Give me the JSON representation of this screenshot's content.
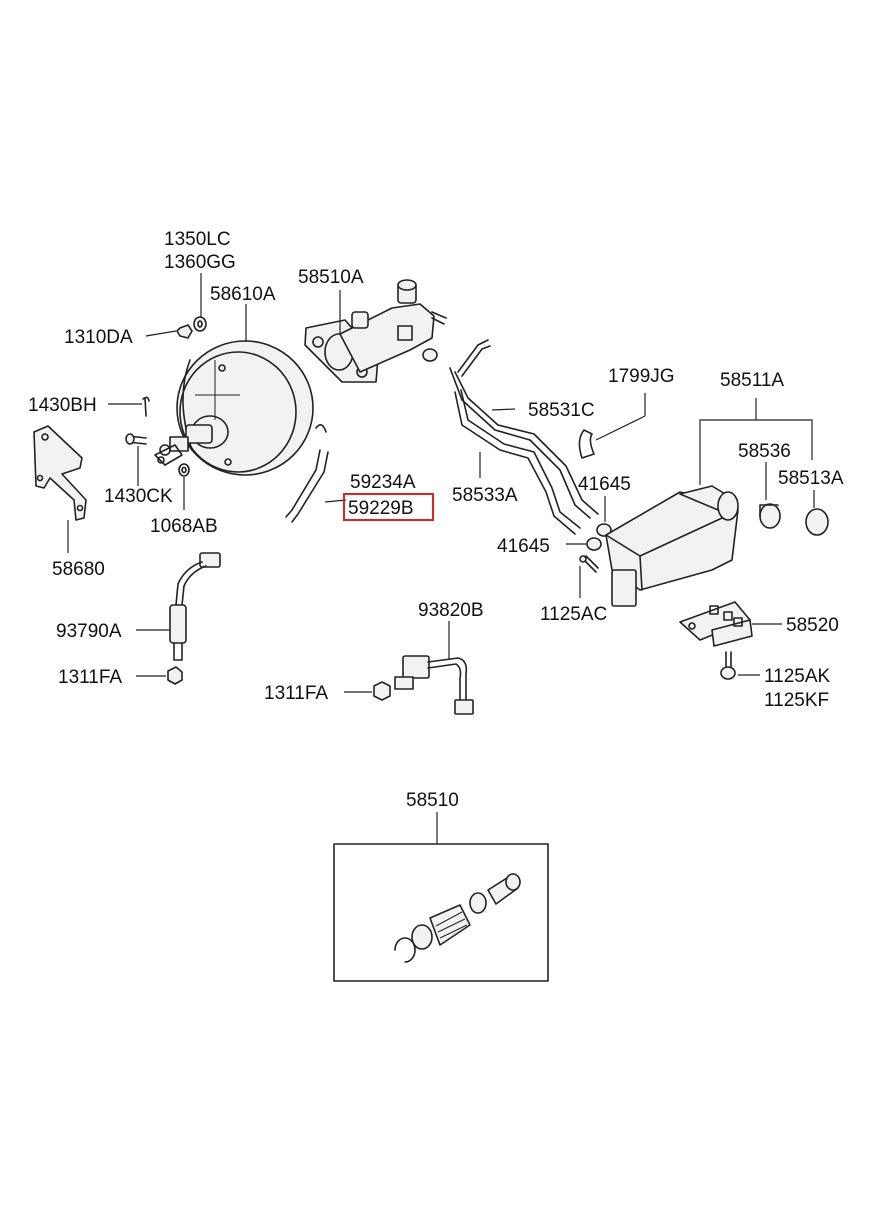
{
  "part_labels": {
    "p1350LC": "1350LC",
    "p1360GG": "1360GG",
    "p58610A": "58610A",
    "p1310DA": "1310DA",
    "p1430BH": "1430BH",
    "p1430CK": "1430CK",
    "p1068AB": "1068AB",
    "p58680": "58680",
    "p58510A": "58510A",
    "p59234A": "59234A",
    "p59229B": "59229B",
    "p58531C": "58531C",
    "p58533A": "58533A",
    "p1799JG": "1799JG",
    "p58511A": "58511A",
    "p58536": "58536",
    "p58513A": "58513A",
    "p41645a": "41645",
    "p41645b": "41645",
    "p1125AC": "1125AC",
    "p58520": "58520",
    "p1125AK": "1125AK",
    "p1125KF": "1125KF",
    "p93790A": "93790A",
    "p1311FAa": "1311FA",
    "p93820B": "93820B",
    "p1311FAb": "1311FA",
    "p58510": "58510"
  },
  "highlighted_part": "59229B",
  "colors": {
    "highlight": "#e0231e",
    "line": "#222222",
    "background": "#ffffff"
  }
}
